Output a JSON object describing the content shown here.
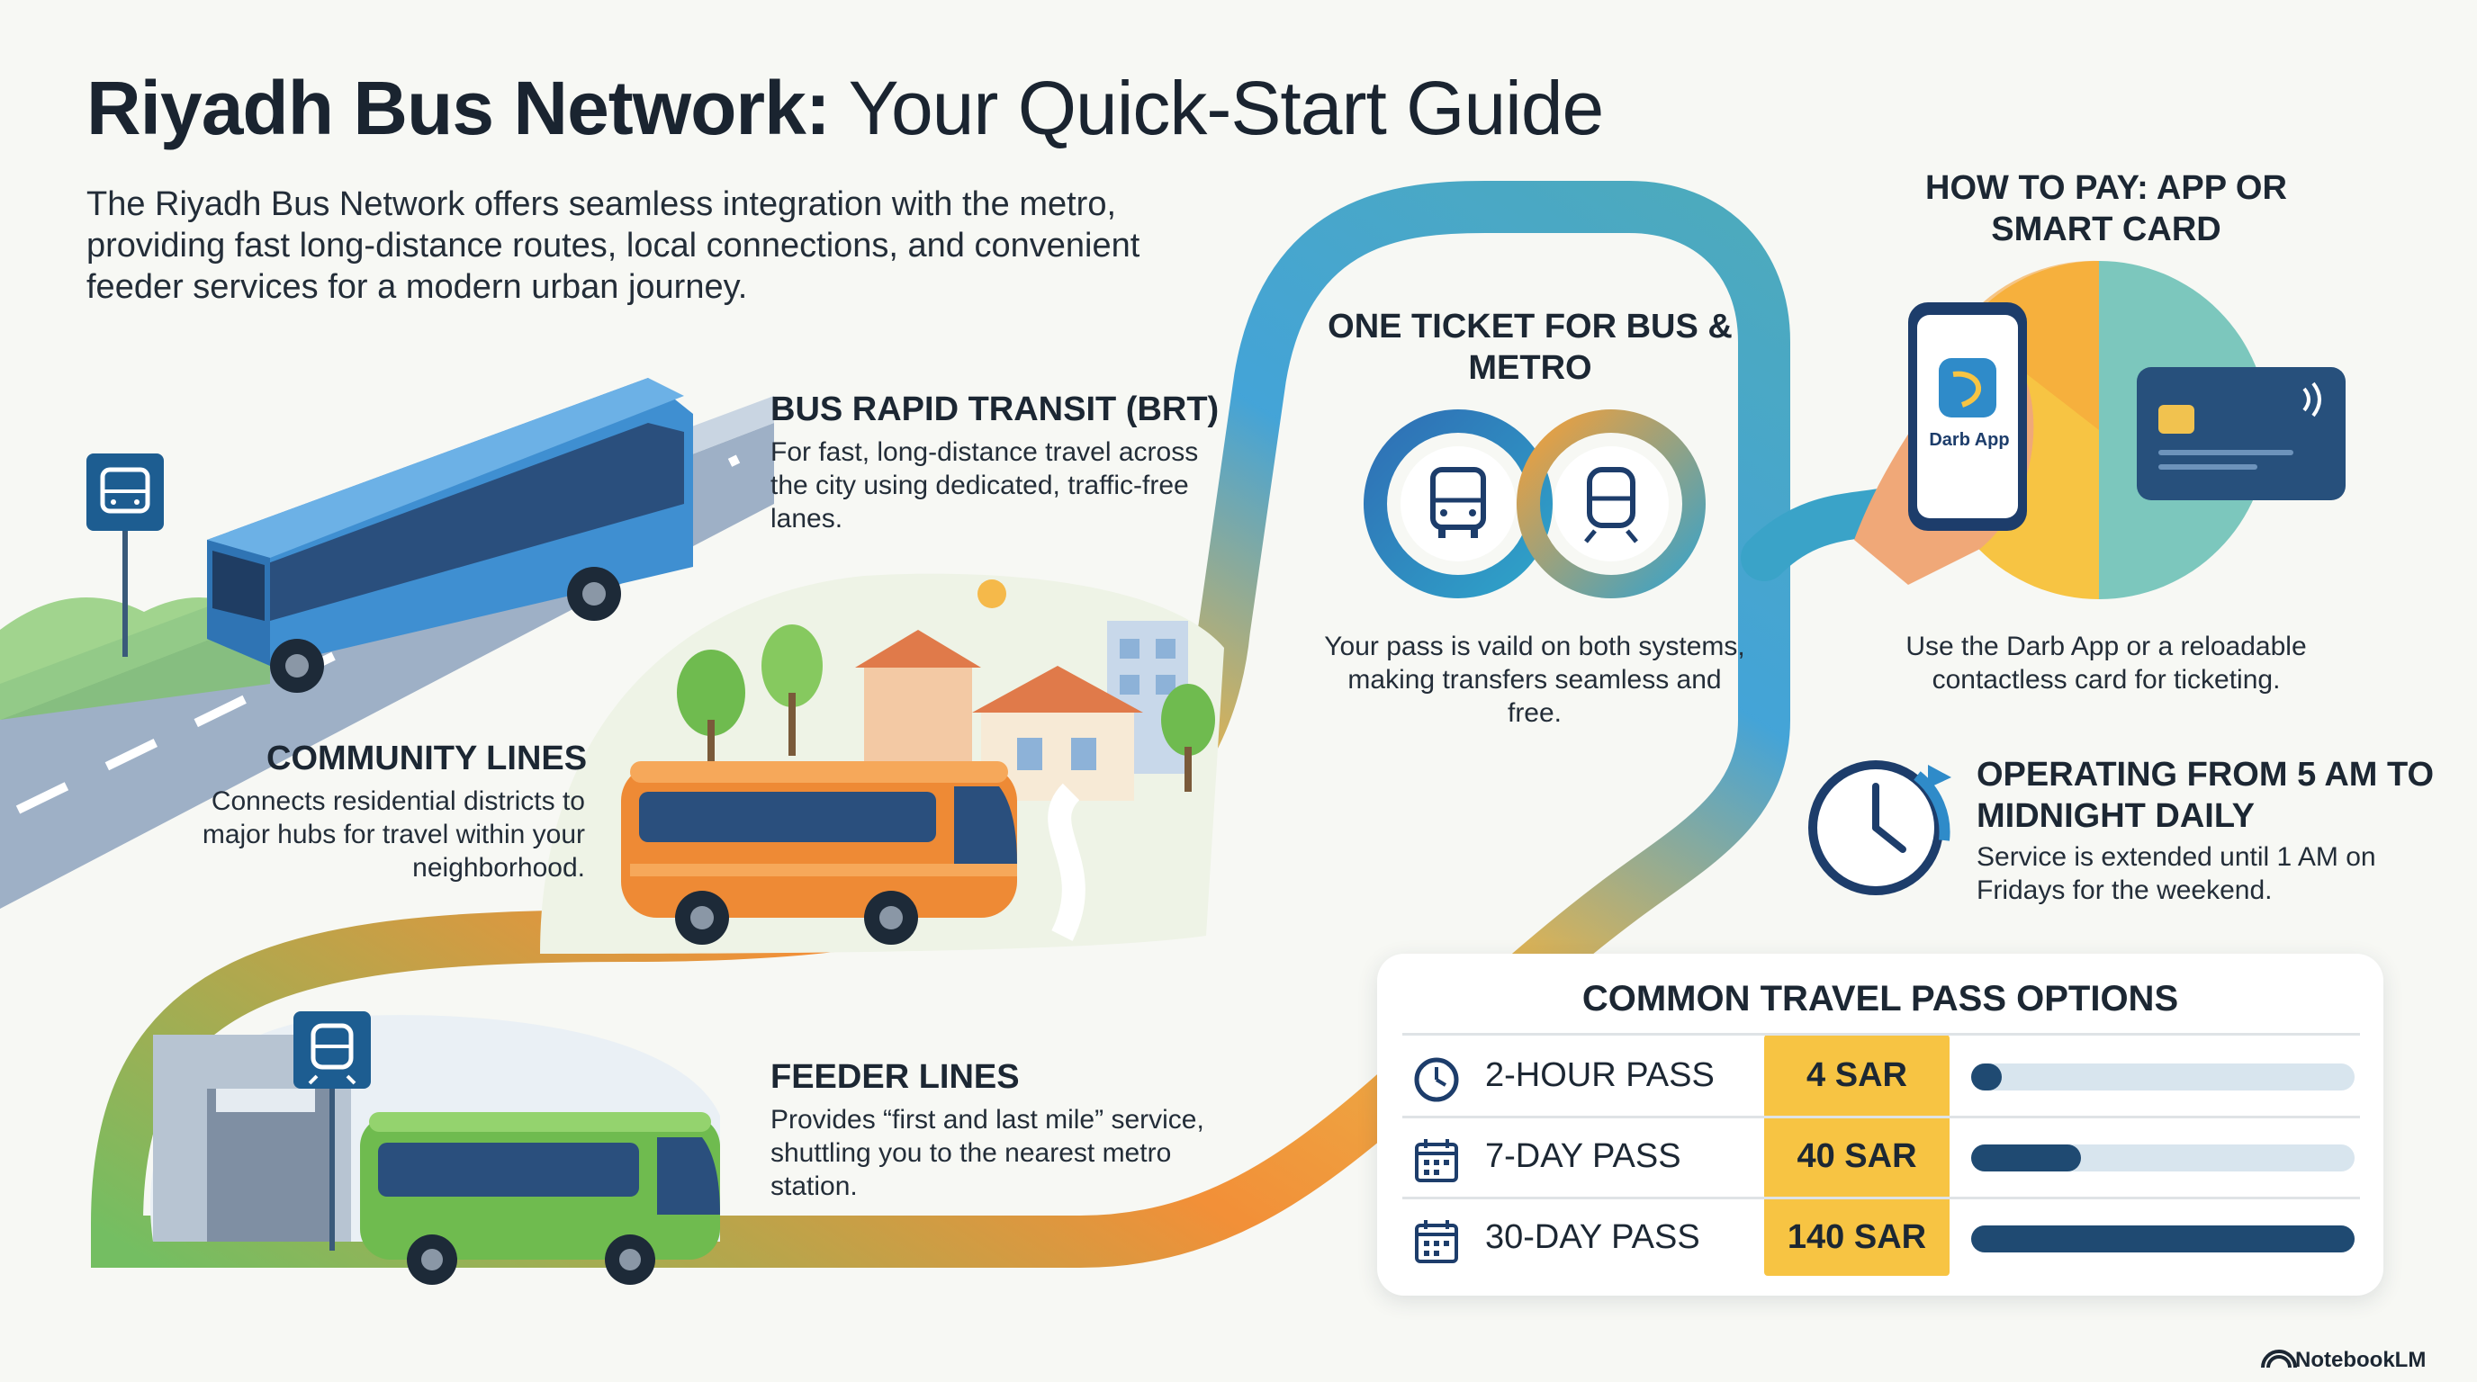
{
  "header": {
    "title_bold": "Riyadh Bus Network:",
    "title_rest": "Your Quick-Start Guide",
    "intro": "The Riyadh Bus Network offers seamless integration with the metro, providing fast long-distance routes, local connections, and convenient feeder services for a modern urban journey."
  },
  "services": {
    "brt": {
      "heading": "BUS RAPID TRANSIT (BRT)",
      "text": "For fast, long-distance travel across the city using dedicated, traffic-free lanes."
    },
    "community": {
      "heading": "COMMUNITY LINES",
      "text": "Connects residential districts to major hubs for travel within your neighborhood."
    },
    "feeder": {
      "heading": "FEEDER LINES",
      "text": "Provides “first and last mile” service, shuttling you to the nearest metro station."
    }
  },
  "ticket": {
    "heading": "ONE TICKET FOR BUS & METRO",
    "text": "Your pass is vaild on both systems, making transfers seamless and free."
  },
  "payment": {
    "heading": "HOW TO PAY: APP OR SMART CARD",
    "app_label": "Darb App",
    "text": "Use the Darb App or a reloadable contactless card for ticketing."
  },
  "hours": {
    "heading": "OPERATING FROM 5 AM TO MIDNIGHT DAILY",
    "text": "Service is extended until 1 AM on Fridays for the weekend."
  },
  "passes": {
    "title": "COMMON TRAVEL PASS OPTIONS",
    "rows": [
      {
        "name": "2-HOUR PASS",
        "price": "4 SAR",
        "icon": "clock-icon",
        "value": 4
      },
      {
        "name": "7-DAY PASS",
        "price": "40 SAR",
        "icon": "calendar-icon",
        "value": 40
      },
      {
        "name": "30-DAY PASS",
        "price": "140 SAR",
        "icon": "calendar-icon",
        "value": 140
      }
    ],
    "max_value": 140
  },
  "colors": {
    "route_start": "#6dbb5a",
    "route_mid": "#f28a2e",
    "route_end": "#3a9fd6",
    "price_highlight": "#f7c443",
    "bar_fill": "#1f4a72",
    "bar_track": "#d8e5ee",
    "brt_bus": "#3f8fd1",
    "community_bus": "#ee8a35",
    "feeder_bus": "#6fbb4f"
  },
  "branding": {
    "label": "NotebookLM"
  }
}
